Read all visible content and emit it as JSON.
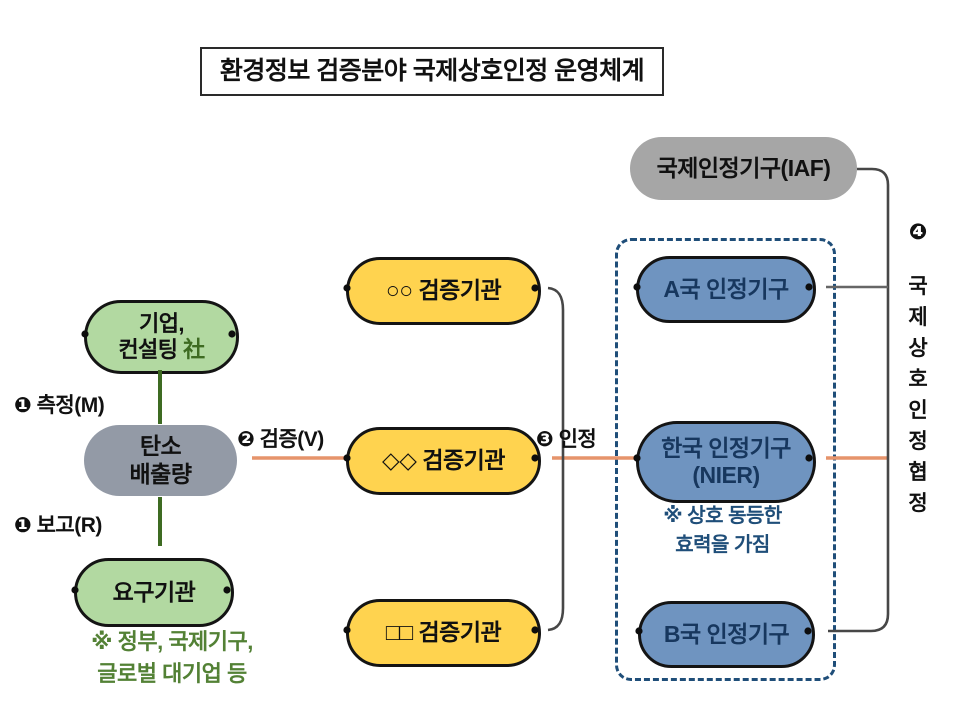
{
  "title": "환경정보 검증분야 국제상호인정 운영체계",
  "boxes": {
    "iaf": "국제인정기구(IAF)",
    "company_line1": "기업,",
    "company_line2": "컨설팅",
    "company_hanja": "社",
    "carbon_line1": "탄소",
    "carbon_line2": "배출량",
    "demand": "요구기관",
    "verifier_a": "○○ 검증기관",
    "verifier_b": "◇◇ 검증기관",
    "verifier_c": "□□ 검증기관",
    "accred_a": "A국 인정기구",
    "accred_kr_line1": "한국 인정기구",
    "accred_kr_line2": "(NIER)",
    "accred_b": "B국 인정기구"
  },
  "labels": {
    "step1_measure": "❶ 측정(M)",
    "step1_report": "❶ 보고(R)",
    "step2_verify": "❷ 검증(V)",
    "step3_accredit": "❸ 인정",
    "step4_mra_num": "❹",
    "mra_chars": [
      "국",
      "제",
      "상",
      "호",
      "인",
      "정",
      "협",
      "정"
    ],
    "equal_note_line1": "※ 상호 동등한",
    "equal_note_line2": "효력을 가짐",
    "demand_note_line1": "※ 정부, 국제기구,",
    "demand_note_line2": "글로벌 대기업 등"
  },
  "colors": {
    "yellow": "#FFD34F",
    "blue": "#6F94C0",
    "green": "#B2D9A1",
    "gray-iaf": "#A6A6A6",
    "gray-carbon": "#939AA6",
    "navy": "#1F4E79",
    "navy-text": "#17375E",
    "orange": "#E6946B",
    "dark-green": "#3E6B22",
    "line-dark": "#474747",
    "line-gray": "#666666",
    "note-green": "#538135",
    "ink": "#111111"
  }
}
